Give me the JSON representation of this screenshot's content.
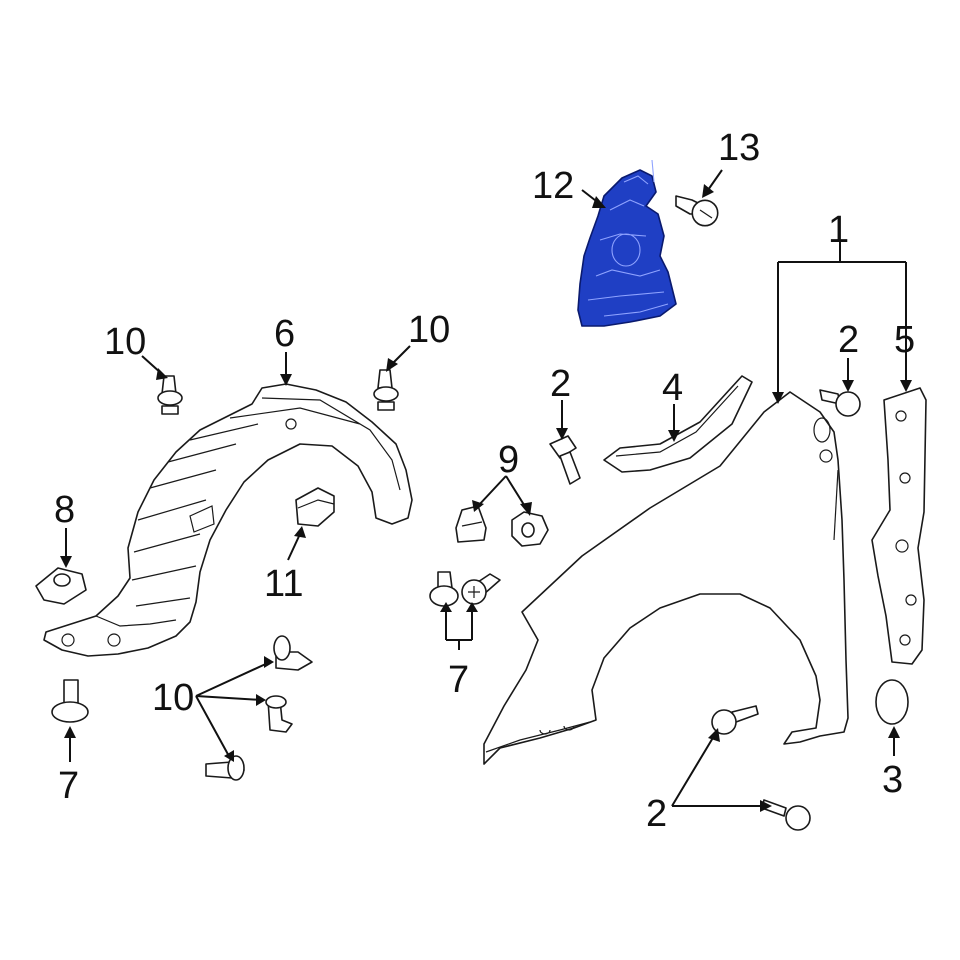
{
  "diagram": {
    "highlight_color": "#1f3fc4",
    "line_color": "#1a1a1a",
    "callouts": [
      {
        "id": "c1",
        "label": "1"
      },
      {
        "id": "c2a",
        "label": "2"
      },
      {
        "id": "c2b",
        "label": "2"
      },
      {
        "id": "c2c",
        "label": "2"
      },
      {
        "id": "c3",
        "label": "3"
      },
      {
        "id": "c4",
        "label": "4"
      },
      {
        "id": "c5",
        "label": "5"
      },
      {
        "id": "c6",
        "label": "6"
      },
      {
        "id": "c7a",
        "label": "7"
      },
      {
        "id": "c7b",
        "label": "7"
      },
      {
        "id": "c8",
        "label": "8"
      },
      {
        "id": "c9",
        "label": "9"
      },
      {
        "id": "c10a",
        "label": "10"
      },
      {
        "id": "c10b",
        "label": "10"
      },
      {
        "id": "c10c",
        "label": "10"
      },
      {
        "id": "c11",
        "label": "11"
      },
      {
        "id": "c12",
        "label": "12"
      },
      {
        "id": "c13",
        "label": "13"
      }
    ]
  }
}
